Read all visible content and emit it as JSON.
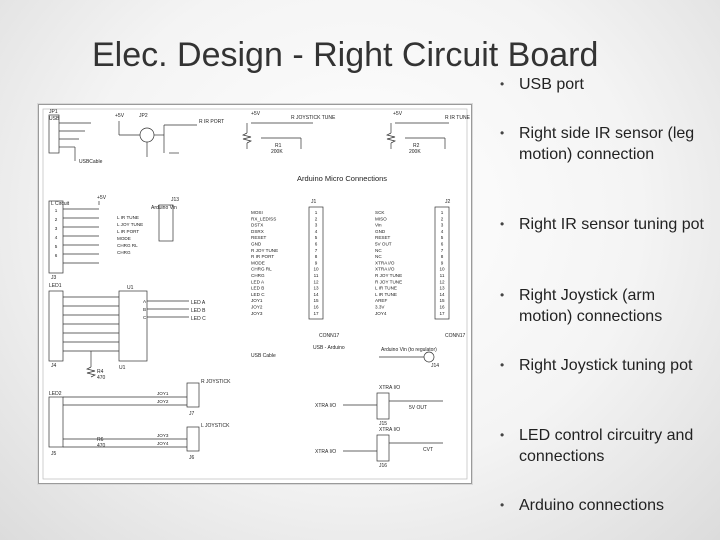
{
  "slide": {
    "title": "Elec. Design - Right Circuit Board",
    "bullets": [
      "USB port",
      "Right side IR sensor (leg motion) connection",
      "Right IR sensor tuning pot",
      "Right Joystick (arm motion) connections",
      "Right Joystick tuning pot",
      "LED control circuitry and connections",
      "Arduino connections"
    ],
    "bullet_glyph": "•"
  },
  "schematic": {
    "header_title": "Arduino Micro Connections",
    "labels": {
      "jp1": "JP1",
      "usb_a": "USB",
      "usb_cable": "USBCable",
      "jp2": "JP2",
      "vplus": "+5V",
      "r_ir_port": "R IR PORT",
      "r_joy_tune": "R JOYSTICK TUNE",
      "r_ir_tune": "R IR TUNE",
      "r1": "R1",
      "r2": "R2",
      "ohm200k": "200K",
      "l_circuit": "L Circuit",
      "j1": "J1",
      "j2": "J2",
      "j3": "J3",
      "j4": "J4",
      "j5": "J5",
      "j6": "J6",
      "j7": "J7",
      "j13": "J13",
      "j14": "J14",
      "j15": "J15",
      "j16": "J16",
      "led1": "LED1",
      "led2": "LED2",
      "u1": "U1",
      "arduino_vin": "Arduino Vin",
      "conn17a": "CONN17",
      "conn17b": "CONN17",
      "usb_arduino": "USB - Arduino",
      "usb_cable2": "USB Cable",
      "vin_regulator": "Arduino Vin (to regulator)",
      "r_joystick": "R JOYSTICK",
      "l_joystick": "L JOYSTICK",
      "xtra_io": "XTRA I/O",
      "xtra_io2": "XTRA I/O",
      "xtra_io3": "XTRA I/O",
      "xtra_io4": "XTRA I/O",
      "led_a": "LED A",
      "led_b": "LED B",
      "led_c": "LED C",
      "r_ohm": "470",
      "sv_out": "5V OUT",
      "cvt": "CVT",
      "rk": "R4",
      "rk2": "R6",
      "rk_ohm": "470"
    },
    "left_pins": [
      "MOSI",
      "RX_LED/SS",
      "DSTX",
      "DSRX",
      "RESET",
      "GND",
      "R JOY TUNE",
      "R IR PORT",
      "MODE",
      "CHRG RL",
      "CHRG",
      "LED A",
      "LED B",
      "LED C",
      "JOY1",
      "JOY2",
      "JOY3"
    ],
    "right_pins": [
      "SCK",
      "MISO",
      "Vin",
      "GND",
      "RESET",
      "5V OUT",
      "NC",
      "NC",
      "XTRA I/O",
      "XTRA I/O",
      "R JOY TUNE",
      "R JOY TUNE",
      "L IR TUNE",
      "L IR TUNE",
      "AREF",
      "3.3V",
      "JOY4"
    ],
    "l_circuit_pins": [
      "L IR TUNE",
      "L JOY TUNE",
      "L IR PORT",
      "MODE",
      "CHRG RL",
      "CHRG"
    ],
    "u1_pins": [
      "A",
      "B",
      "C"
    ],
    "joy_pins_r": [
      "JOY1",
      "JOY2"
    ],
    "joy_pins_l": [
      "JOY3",
      "JOY4"
    ]
  }
}
